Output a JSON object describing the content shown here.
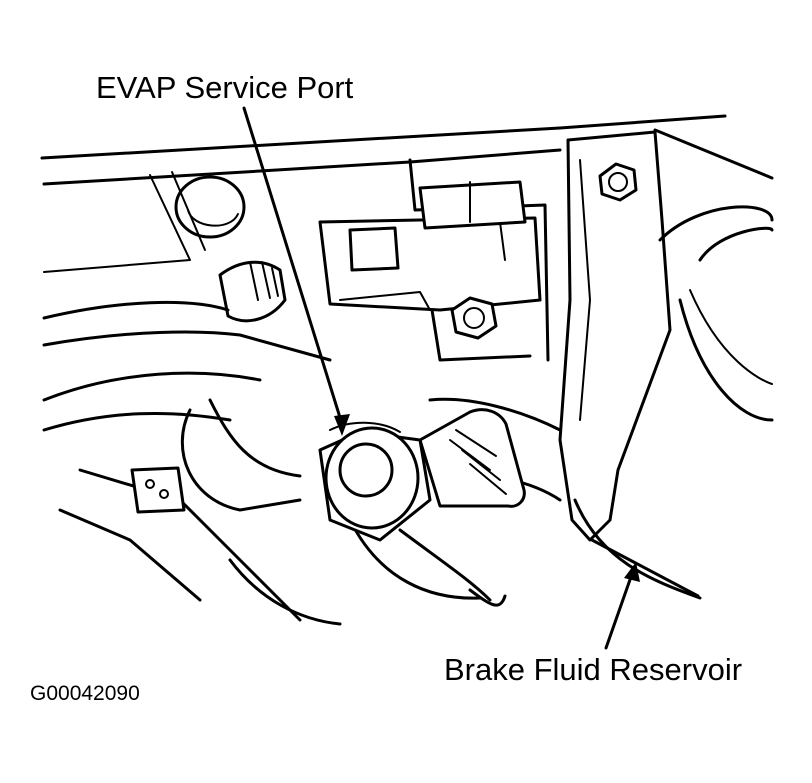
{
  "labels": {
    "evap_service_port": "EVAP Service Port",
    "brake_fluid_reservoir": "Brake Fluid Reservoir",
    "figure_code": "G00042090"
  },
  "style": {
    "line_color": "#000000",
    "background": "#ffffff"
  }
}
